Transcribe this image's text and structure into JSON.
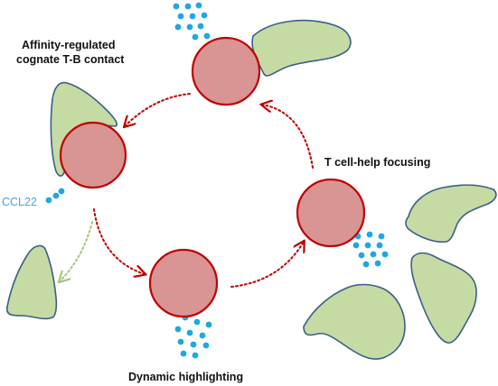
{
  "labels": {
    "affinity_line1": "Affinity-regulated",
    "affinity_line2": "cognate T-B contact",
    "ccl22": "CCL22",
    "t_cell_help": "T cell-help focusing",
    "dynamic": "Dynamic highlighting"
  },
  "colors": {
    "b_cell_fill": "#d99494",
    "b_cell_stroke": "#c00000",
    "t_cell_fill": "#c5dba3",
    "t_cell_stroke": "#3a5f8a",
    "ccl22_dots": "#1ea7e3",
    "arrow_red": "#c00000",
    "arrow_green": "#a6c77f"
  }
}
